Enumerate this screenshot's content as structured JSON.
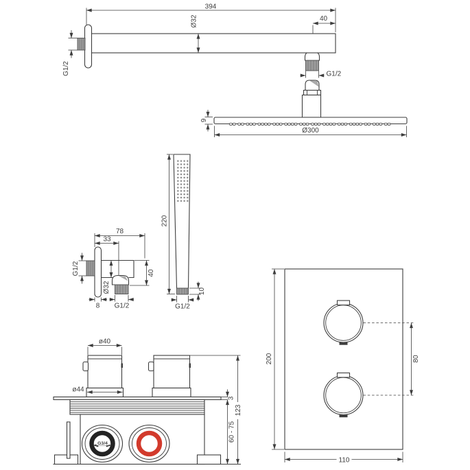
{
  "colors": {
    "background": "#ffffff",
    "line": "#3d3d3d",
    "metal_gray": "#9c9c9c",
    "accent_red": "#d23a2c",
    "port_ring_black": "#232323"
  },
  "labels": {
    "arm": {
      "length": "394",
      "tube_diameter": "Ø32",
      "end_offset": "40",
      "wall_thread": "G1/2",
      "outlet_thread": "G1/2"
    },
    "head": {
      "plate_thickness": "9",
      "diameter": "Ø300"
    },
    "hand_shower": {
      "length": "220",
      "connector_height": "10",
      "thread": "G1/2"
    },
    "elbow": {
      "projection": "78",
      "outlet_offset": "33",
      "wall_thread": "G1/2",
      "body_diameter": "Ø32",
      "drop_height": "40",
      "flange_width": "8",
      "outlet_thread": "G1/2"
    },
    "valve": {
      "knob_diameter": "ø40",
      "base_diameter": "ø44",
      "inlet_thread": "G3/4",
      "plate_thickness": "3",
      "total_height": "123",
      "depth_range": "60 - 75"
    },
    "faceplate": {
      "height": "200",
      "width": "110",
      "handle_spacing": "80"
    }
  }
}
